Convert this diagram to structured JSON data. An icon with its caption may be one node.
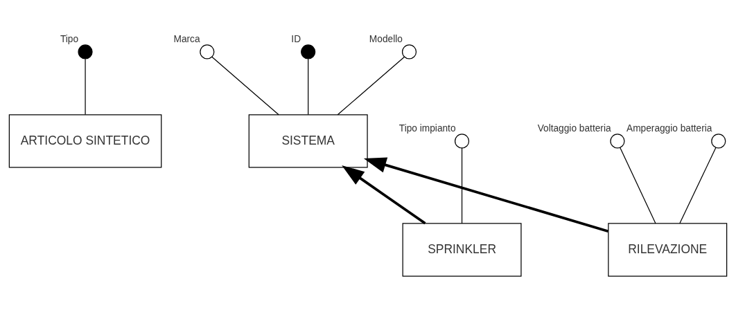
{
  "diagram": {
    "nodes": [
      {
        "text": [
          "ARTICOLO SINTETICO"
        ]
      },
      {
        "text": [],
        "shape": "circle",
        "beside": [
          "Tipo"
        ]
      },
      {
        "text": [
          "SISTEMA"
        ]
      },
      {
        "text": [],
        "shape": "circle",
        "beside": [
          "Marca"
        ]
      },
      {
        "text": [],
        "shape": "circle",
        "beside": [
          "Modello"
        ]
      },
      {
        "text": [],
        "shape": "circle",
        "beside": [
          "ID"
        ]
      },
      {
        "text": [
          "SPRINKLER"
        ]
      },
      {
        "text": [],
        "shape": "circle",
        "beside": [
          "Tipo impianto"
        ]
      },
      {
        "text": [
          "RILEVAZIONE"
        ]
      },
      {
        "text": [],
        "shape": "circle",
        "beside": [
          "Voltaggio batteria"
        ]
      },
      {
        "text": [],
        "shape": "circle",
        "beside": [
          "Amperaggio batteria"
        ]
      }
    ],
    "edges": [
      {
        "from": 1,
        "to": 0,
        "arrow": "none"
      },
      {
        "from": 3,
        "to": 2,
        "arrow": "none"
      },
      {
        "from": 4,
        "to": 2,
        "arrow": "none"
      },
      {
        "from": 5,
        "to": 2,
        "arrow": "none"
      },
      {
        "from": 6,
        "to": 2,
        "arrow": "to",
        "style": "thick"
      },
      {
        "from": 8,
        "to": 2,
        "arrow": "to",
        "style": "thick"
      },
      {
        "from": 7,
        "to": 6,
        "arrow": "none"
      },
      {
        "from": 9,
        "to": 8,
        "arrow": "none"
      },
      {
        "from": 10,
        "to": 8,
        "arrow": "none"
      }
    ]
  }
}
